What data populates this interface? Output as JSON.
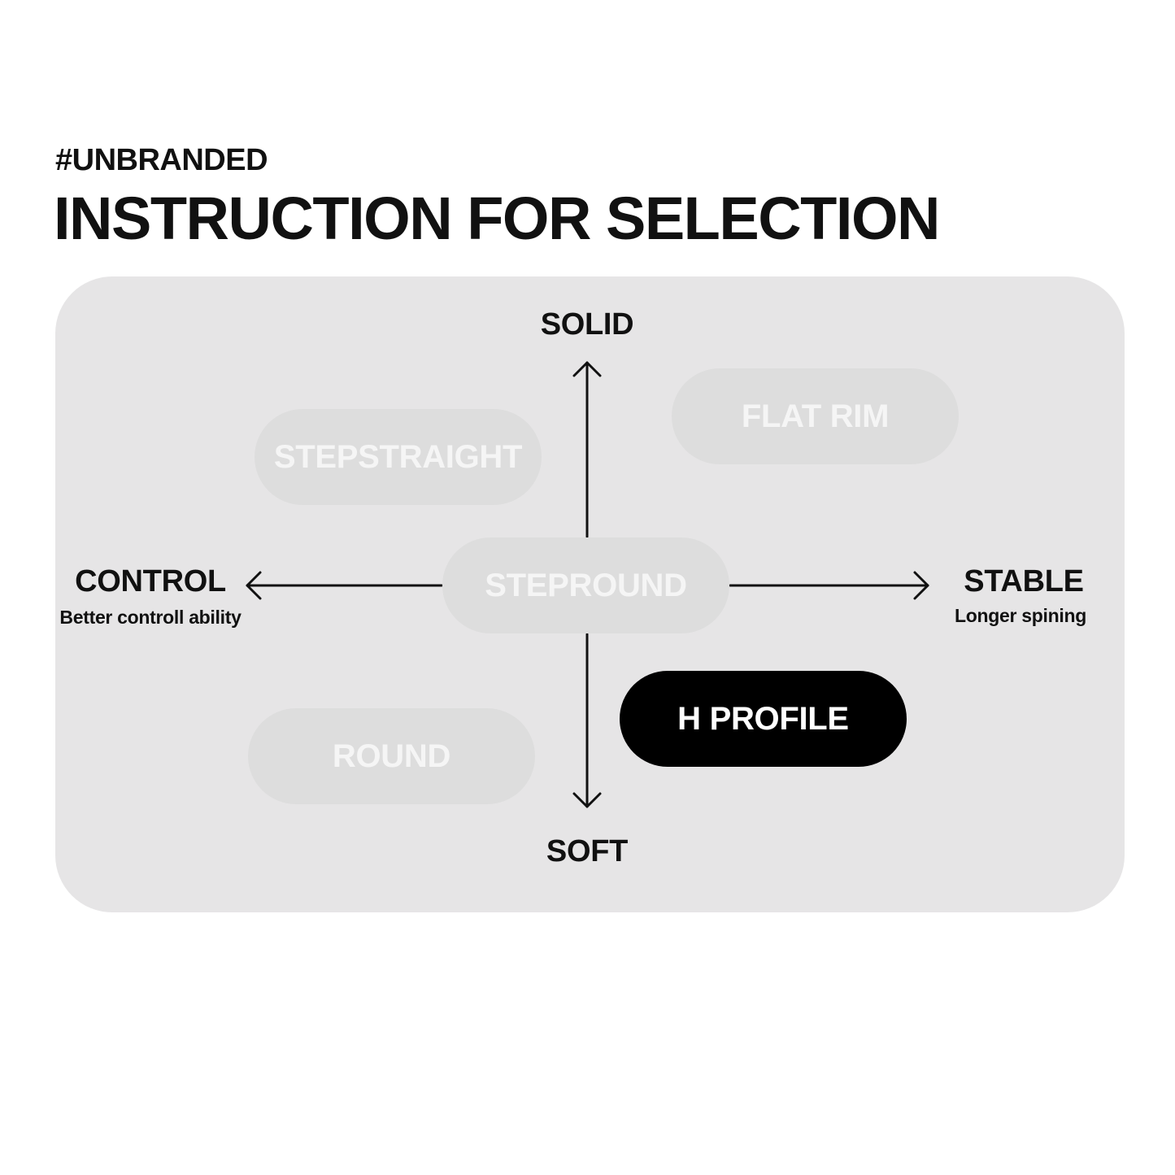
{
  "header": {
    "brand": "#UNBRANDED",
    "title": "INSTRUCTION FOR SELECTION"
  },
  "axes": {
    "top": {
      "label": "SOLID"
    },
    "bottom": {
      "label": "SOFT"
    },
    "left": {
      "label": "CONTROL",
      "sub": "Better controll ability"
    },
    "right": {
      "label": "STABLE",
      "sub": "Longer spining"
    }
  },
  "profiles": {
    "stepstraight": {
      "label": "STEPSTRAIGHT",
      "selected": false
    },
    "flat_rim": {
      "label": "FLAT RIM",
      "selected": false
    },
    "stepround": {
      "label": "STEPROUND",
      "selected": false
    },
    "round": {
      "label": "ROUND",
      "selected": false
    },
    "h_profile": {
      "label": "H PROFILE",
      "selected": true
    }
  },
  "colors": {
    "panel": "#e6e5e6",
    "pill_inactive": "#dddddd",
    "pill_inactive_text": "#f5f5f5",
    "pill_active": "#000000",
    "pill_active_text": "#ffffff"
  }
}
